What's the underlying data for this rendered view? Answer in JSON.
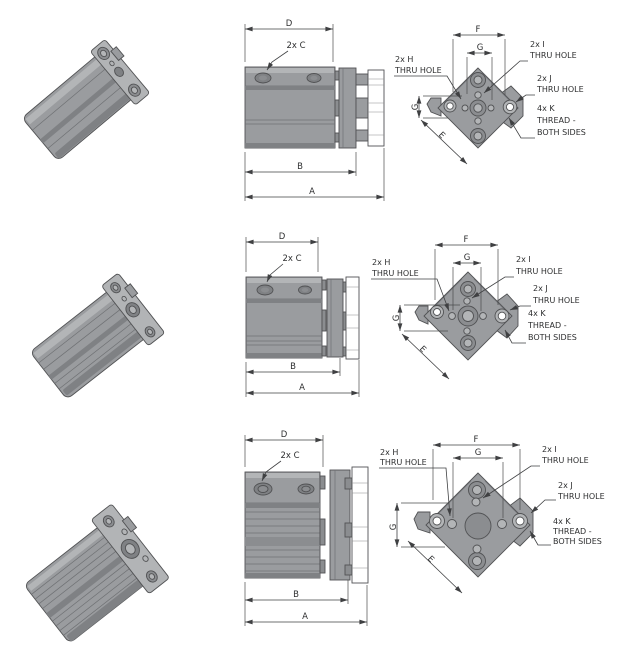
{
  "labels": {
    "dim_a": "A",
    "dim_b": "B",
    "dim_d": "D",
    "dim_e": "E",
    "dim_f": "F",
    "dim_g": "G",
    "callout_c": "2x C",
    "callout_h": {
      "qty": "2x H",
      "note": "THRU HOLE"
    },
    "callout_i": {
      "qty": "2x I",
      "note": "THRU HOLE"
    },
    "callout_j": {
      "qty": "2x J",
      "note": "THRU HOLE"
    },
    "callout_k": {
      "qty": "4x K",
      "note_line1": "THREAD -",
      "note_line2": "BOTH SIDES"
    }
  },
  "colors": {
    "background": "#ffffff",
    "part_body": "#9a9c9f",
    "part_highlight": "#b3b5b7",
    "part_shadow": "#7f8184",
    "part_outline": "#515254",
    "dimension_line": "#3f4042",
    "label_text": "#2e2f30"
  }
}
